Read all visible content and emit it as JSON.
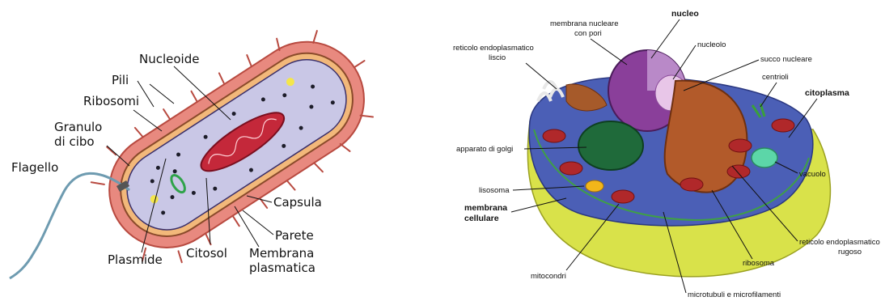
{
  "left_diagram": {
    "labels": {
      "nucleoide": "Nucleoide",
      "pili": "Pili",
      "ribosomi": "Ribosomi",
      "granulo_1": "Granulo",
      "granulo_2": "di cibo",
      "flagello": "Flagello",
      "capsula": "Capsula",
      "parete": "Parete",
      "plasmide": "Plasmide",
      "citosol": "Citosol",
      "membrana_1": "Membrana",
      "membrana_2": "plasmatica"
    }
  },
  "right_diagram": {
    "labels": {
      "nucleo": "nucleo",
      "membrana_nucleare_1": "membrana nucleare",
      "membrana_nucleare_2": "con pori",
      "reticolo_liscio_1": "reticolo endoplasmatico",
      "reticolo_liscio_2": "liscio",
      "nucleolo": "nucleolo",
      "succo_nucleare": "succo nucleare",
      "centrioli": "centrioli",
      "citoplasma": "citoplasma",
      "apparato_golgi": "apparato di golgi",
      "vacuolo": "vacuolo",
      "lisosoma": "lisosoma",
      "membrana_cellulare_1": "membrana",
      "membrana_cellulare_2": "cellulare",
      "reticolo_rugoso_1": "reticolo endoplasmatico",
      "reticolo_rugoso_2": "rugoso",
      "ribosoma": "ribosoma",
      "mitocondri": "mitocondri",
      "microtubuli": "microtubuli e microfilamenti"
    }
  }
}
